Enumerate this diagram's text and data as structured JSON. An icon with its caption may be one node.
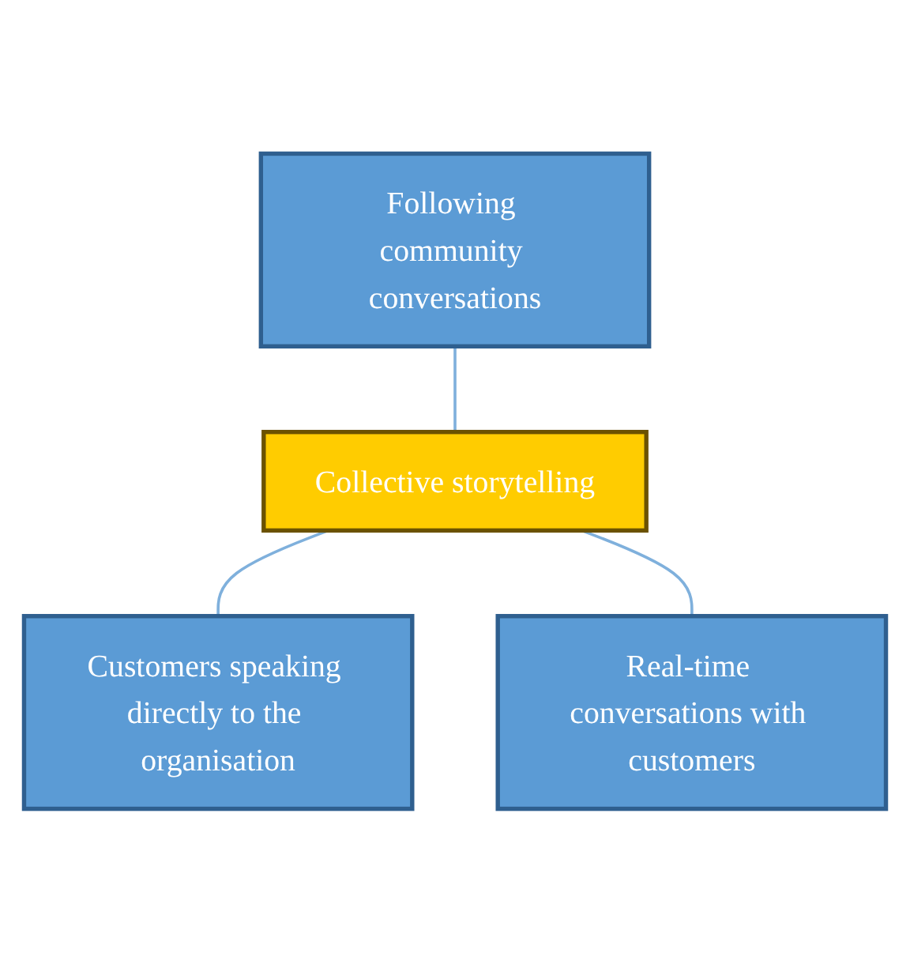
{
  "diagram": {
    "nodes": [
      {
        "text": [
          "Customers speaking directly to the organisation"
        ]
      },
      {
        "text": [
          "Following community conversations"
        ]
      },
      {
        "text": [
          "Collective storytelling"
        ]
      },
      {
        "text": [
          "Real-time conversations with customers"
        ]
      }
    ],
    "edges": [
      {
        "from": 2,
        "to": 0,
        "arrow": "none"
      },
      {
        "from": 1,
        "to": 2,
        "arrow": "none"
      },
      {
        "from": 2,
        "to": 3,
        "arrow": "none"
      }
    ]
  }
}
